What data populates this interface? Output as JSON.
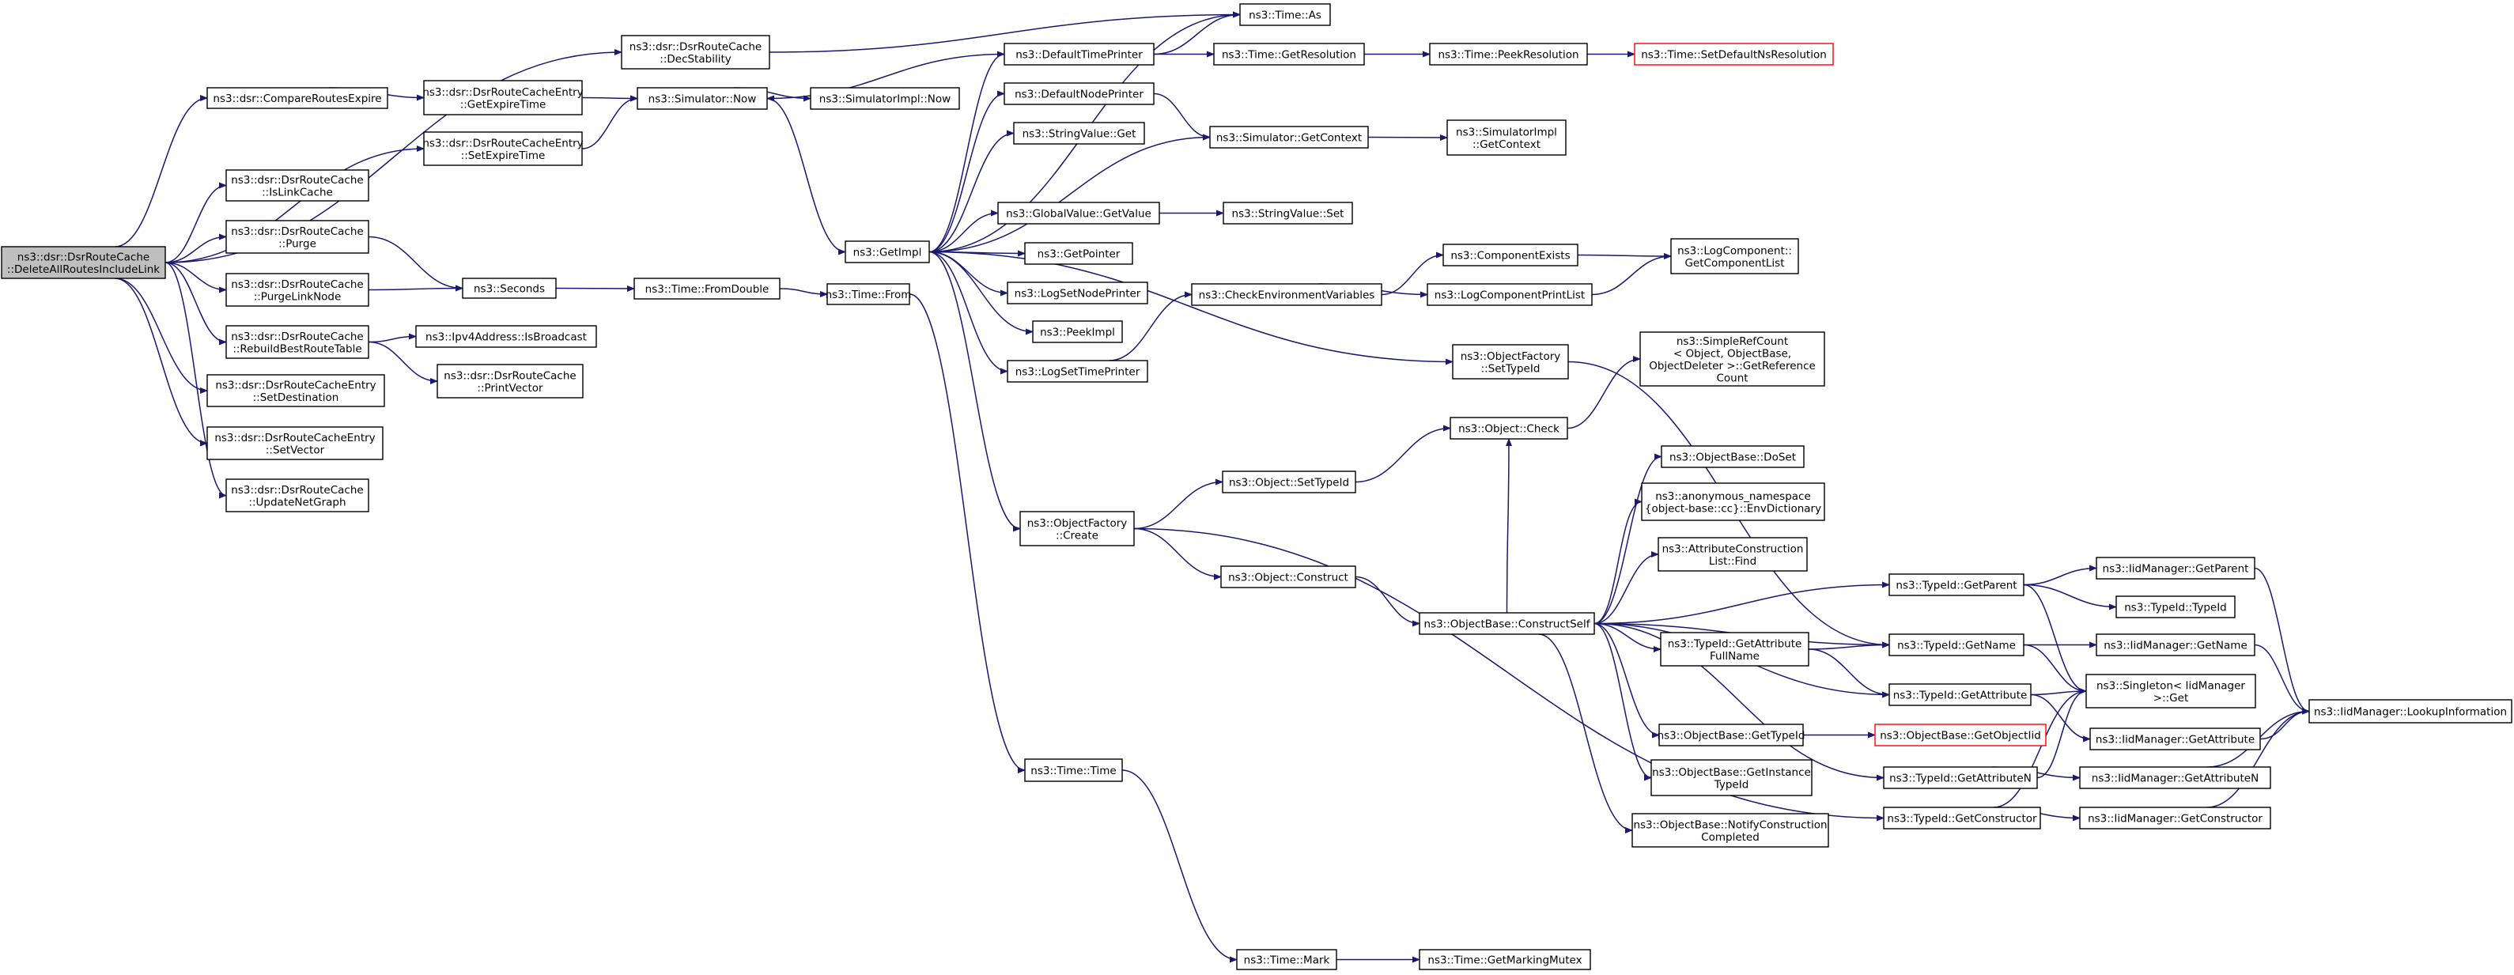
{
  "colors": {
    "edge": "#191970",
    "root_fill": "#bfbfbf",
    "missing_doc_border": "#ff0000",
    "node_border": "#000000"
  },
  "nodes": [
    {
      "id": "root",
      "lines": [
        "ns3::dsr::DsrRouteCache",
        "::DeleteAllRoutesIncludeLink"
      ],
      "root": true
    },
    {
      "id": "decStability",
      "lines": [
        "ns3::dsr::DsrRouteCache",
        "::DecStability"
      ]
    },
    {
      "id": "compareRoutesExpire",
      "lines": [
        "ns3::dsr::CompareRoutesExpire"
      ]
    },
    {
      "id": "getExpireTime",
      "lines": [
        "ns3::dsr::DsrRouteCacheEntry",
        "::GetExpireTime"
      ]
    },
    {
      "id": "setExpireTime",
      "lines": [
        "ns3::dsr::DsrRouteCacheEntry",
        "::SetExpireTime"
      ]
    },
    {
      "id": "isLinkCache",
      "lines": [
        "ns3::dsr::DsrRouteCache",
        "::IsLinkCache"
      ]
    },
    {
      "id": "purge",
      "lines": [
        "ns3::dsr::DsrRouteCache",
        "::Purge"
      ]
    },
    {
      "id": "purgeLinkNode",
      "lines": [
        "ns3::dsr::DsrRouteCache",
        "::PurgeLinkNode"
      ]
    },
    {
      "id": "rebuildBestRouteTable",
      "lines": [
        "ns3::dsr::DsrRouteCache",
        "::RebuildBestRouteTable"
      ]
    },
    {
      "id": "setDestination",
      "lines": [
        "ns3::dsr::DsrRouteCacheEntry",
        "::SetDestination"
      ]
    },
    {
      "id": "setVector",
      "lines": [
        "ns3::dsr::DsrRouteCacheEntry",
        "::SetVector"
      ]
    },
    {
      "id": "updateNetGraph",
      "lines": [
        "ns3::dsr::DsrRouteCache",
        "::UpdateNetGraph"
      ]
    },
    {
      "id": "simulatorNow",
      "lines": [
        "ns3::Simulator::Now"
      ]
    },
    {
      "id": "simulatorImplNow",
      "lines": [
        "ns3::SimulatorImpl::Now"
      ]
    },
    {
      "id": "seconds",
      "lines": [
        "ns3::Seconds"
      ]
    },
    {
      "id": "isBroadcast",
      "lines": [
        "ns3::Ipv4Address::IsBroadcast"
      ]
    },
    {
      "id": "printVector",
      "lines": [
        "ns3::dsr::DsrRouteCache",
        "::PrintVector"
      ]
    },
    {
      "id": "fromDouble",
      "lines": [
        "ns3::Time::FromDouble"
      ]
    },
    {
      "id": "getImpl",
      "lines": [
        "ns3::GetImpl"
      ]
    },
    {
      "id": "timeFrom",
      "lines": [
        "ns3::Time::From"
      ]
    },
    {
      "id": "timeTime",
      "lines": [
        "ns3::Time::Time"
      ]
    },
    {
      "id": "timeMark",
      "lines": [
        "ns3::Time::Mark"
      ]
    },
    {
      "id": "getMarkingMutex",
      "lines": [
        "ns3::Time::GetMarkingMutex"
      ]
    },
    {
      "id": "timeAs",
      "lines": [
        "ns3::Time::As"
      ]
    },
    {
      "id": "defaultTimePrinter",
      "lines": [
        "ns3::DefaultTimePrinter"
      ]
    },
    {
      "id": "getResolution",
      "lines": [
        "ns3::Time::GetResolution"
      ]
    },
    {
      "id": "peekResolution",
      "lines": [
        "ns3::Time::PeekResolution"
      ]
    },
    {
      "id": "setDefaultNsResolution",
      "lines": [
        "ns3::Time::SetDefaultNsResolution"
      ],
      "red": true
    },
    {
      "id": "defaultNodePrinter",
      "lines": [
        "ns3::DefaultNodePrinter"
      ]
    },
    {
      "id": "stringValueGet",
      "lines": [
        "ns3::StringValue::Get"
      ]
    },
    {
      "id": "getContext",
      "lines": [
        "ns3::Simulator::GetContext"
      ]
    },
    {
      "id": "implGetContext",
      "lines": [
        "ns3::SimulatorImpl",
        "::GetContext"
      ]
    },
    {
      "id": "globalValueGetValue",
      "lines": [
        "ns3::GlobalValue::GetValue"
      ]
    },
    {
      "id": "stringValueSet",
      "lines": [
        "ns3::StringValue::Set"
      ]
    },
    {
      "id": "getPointer",
      "lines": [
        "ns3::GetPointer"
      ]
    },
    {
      "id": "logSetNodePrinter",
      "lines": [
        "ns3::LogSetNodePrinter"
      ]
    },
    {
      "id": "peekImpl",
      "lines": [
        "ns3::PeekImpl"
      ]
    },
    {
      "id": "logSetTimePrinter",
      "lines": [
        "ns3::LogSetTimePrinter"
      ]
    },
    {
      "id": "checkEnvVars",
      "lines": [
        "ns3::CheckEnvironmentVariables"
      ]
    },
    {
      "id": "componentExists",
      "lines": [
        "ns3::ComponentExists"
      ]
    },
    {
      "id": "logComponentPrintList",
      "lines": [
        "ns3::LogComponentPrintList"
      ]
    },
    {
      "id": "getComponentList",
      "lines": [
        "ns3::LogComponent::",
        "GetComponentList"
      ]
    },
    {
      "id": "objFactorySetTypeId",
      "lines": [
        "ns3::ObjectFactory",
        "::SetTypeId"
      ]
    },
    {
      "id": "simpleRefCount",
      "lines": [
        "ns3::SimpleRefCount",
        "< Object, ObjectBase,",
        "ObjectDeleter >::GetReference",
        "Count"
      ]
    },
    {
      "id": "objectCheck",
      "lines": [
        "ns3::Object::Check"
      ]
    },
    {
      "id": "objFactoryCreate",
      "lines": [
        "ns3::ObjectFactory",
        "::Create"
      ]
    },
    {
      "id": "objectSetTypeId",
      "lines": [
        "ns3::Object::SetTypeId"
      ]
    },
    {
      "id": "objectConstruct",
      "lines": [
        "ns3::Object::Construct"
      ]
    },
    {
      "id": "doSet",
      "lines": [
        "ns3::ObjectBase::DoSet"
      ]
    },
    {
      "id": "envDictionary",
      "lines": [
        "ns3::anonymous_namespace",
        "{object-base::cc}::EnvDictionary"
      ]
    },
    {
      "id": "acListFind",
      "lines": [
        "ns3::AttributeConstruction",
        "List::Find"
      ]
    },
    {
      "id": "constructSelf",
      "lines": [
        "ns3::ObjectBase::ConstructSelf"
      ]
    },
    {
      "id": "getAttributeFullName",
      "lines": [
        "ns3::TypeId::GetAttribute",
        "FullName"
      ]
    },
    {
      "id": "typeIdGetParent",
      "lines": [
        "ns3::TypeId::GetParent"
      ]
    },
    {
      "id": "typeIdGetName",
      "lines": [
        "ns3::TypeId::GetName"
      ]
    },
    {
      "id": "typeIdGetAttribute",
      "lines": [
        "ns3::TypeId::GetAttribute"
      ]
    },
    {
      "id": "objectBaseGetTypeId",
      "lines": [
        "ns3::ObjectBase::GetTypeId"
      ]
    },
    {
      "id": "getObjectIid",
      "lines": [
        "ns3::ObjectBase::GetObjectIid"
      ],
      "red": true
    },
    {
      "id": "getInstanceTypeId",
      "lines": [
        "ns3::ObjectBase::GetInstance",
        "TypeId"
      ]
    },
    {
      "id": "notifyConstructionCompleted",
      "lines": [
        "ns3::ObjectBase::NotifyConstruction",
        "Completed"
      ]
    },
    {
      "id": "typeIdGetAttributeN",
      "lines": [
        "ns3::TypeId::GetAttributeN"
      ]
    },
    {
      "id": "typeIdGetConstructor",
      "lines": [
        "ns3::TypeId::GetConstructor"
      ]
    },
    {
      "id": "iidGetParent",
      "lines": [
        "ns3::IidManager::GetParent"
      ]
    },
    {
      "id": "typeIdTypeId",
      "lines": [
        "ns3::TypeId::TypeId"
      ]
    },
    {
      "id": "iidGetName",
      "lines": [
        "ns3::IidManager::GetName"
      ]
    },
    {
      "id": "singletonGet",
      "lines": [
        "ns3::Singleton< IidManager",
        "  >::Get"
      ]
    },
    {
      "id": "iidGetAttribute",
      "lines": [
        "ns3::IidManager::GetAttribute"
      ]
    },
    {
      "id": "iidGetAttributeN",
      "lines": [
        "ns3::IidManager::GetAttributeN"
      ]
    },
    {
      "id": "iidGetConstructor",
      "lines": [
        "ns3::IidManager::GetConstructor"
      ]
    },
    {
      "id": "lookupInformation",
      "lines": [
        "ns3::IidManager::LookupInformation"
      ]
    }
  ],
  "edges": [
    [
      "root",
      "decStability"
    ],
    [
      "root",
      "compareRoutesExpire"
    ],
    [
      "root",
      "setExpireTime"
    ],
    [
      "root",
      "isLinkCache"
    ],
    [
      "root",
      "purge"
    ],
    [
      "root",
      "purgeLinkNode"
    ],
    [
      "root",
      "rebuildBestRouteTable"
    ],
    [
      "root",
      "setDestination"
    ],
    [
      "root",
      "setVector"
    ],
    [
      "root",
      "updateNetGraph"
    ],
    [
      "decStability",
      "timeAs"
    ],
    [
      "compareRoutesExpire",
      "getExpireTime"
    ],
    [
      "getExpireTime",
      "simulatorNow"
    ],
    [
      "setExpireTime",
      "simulatorNow"
    ],
    [
      "purge",
      "seconds"
    ],
    [
      "purgeLinkNode",
      "seconds"
    ],
    [
      "rebuildBestRouteTable",
      "isBroadcast"
    ],
    [
      "rebuildBestRouteTable",
      "printVector"
    ],
    [
      "simulatorNow",
      "simulatorImplNow"
    ],
    [
      "simulatorNow",
      "getImpl"
    ],
    [
      "seconds",
      "fromDouble"
    ],
    [
      "fromDouble",
      "timeFrom"
    ],
    [
      "timeFrom",
      "timeTime"
    ],
    [
      "timeTime",
      "timeMark"
    ],
    [
      "timeMark",
      "getMarkingMutex"
    ],
    [
      "getImpl",
      "defaultTimePrinter"
    ],
    [
      "getImpl",
      "defaultNodePrinter"
    ],
    [
      "getImpl",
      "stringValueGet"
    ],
    [
      "getImpl",
      "getContext"
    ],
    [
      "getImpl",
      "globalValueGetValue"
    ],
    [
      "getImpl",
      "getPointer"
    ],
    [
      "getImpl",
      "logSetNodePrinter"
    ],
    [
      "getImpl",
      "peekImpl"
    ],
    [
      "getImpl",
      "logSetTimePrinter"
    ],
    [
      "getImpl",
      "objFactorySetTypeId"
    ],
    [
      "getImpl",
      "objFactoryCreate"
    ],
    [
      "getImpl",
      "timeAs"
    ],
    [
      "defaultTimePrinter",
      "timeAs"
    ],
    [
      "defaultTimePrinter",
      "getResolution"
    ],
    [
      "defaultTimePrinter",
      "simulatorNow"
    ],
    [
      "getResolution",
      "peekResolution"
    ],
    [
      "peekResolution",
      "setDefaultNsResolution"
    ],
    [
      "defaultNodePrinter",
      "getContext"
    ],
    [
      "getContext",
      "implGetContext"
    ],
    [
      "globalValueGetValue",
      "stringValueSet"
    ],
    [
      "logSetTimePrinter",
      "checkEnvVars"
    ],
    [
      "checkEnvVars",
      "componentExists"
    ],
    [
      "checkEnvVars",
      "logComponentPrintList"
    ],
    [
      "componentExists",
      "getComponentList"
    ],
    [
      "logComponentPrintList",
      "getComponentList"
    ],
    [
      "objFactorySetTypeId",
      "typeIdGetName"
    ],
    [
      "objFactoryCreate",
      "objectSetTypeId"
    ],
    [
      "objFactoryCreate",
      "objectConstruct"
    ],
    [
      "objFactoryCreate",
      "typeIdGetConstructor"
    ],
    [
      "objectSetTypeId",
      "objectCheck"
    ],
    [
      "objectCheck",
      "simpleRefCount"
    ],
    [
      "objectConstruct",
      "constructSelf"
    ],
    [
      "constructSelf",
      "objectCheck"
    ],
    [
      "constructSelf",
      "doSet"
    ],
    [
      "constructSelf",
      "envDictionary"
    ],
    [
      "constructSelf",
      "acListFind"
    ],
    [
      "constructSelf",
      "getAttributeFullName"
    ],
    [
      "constructSelf",
      "typeIdGetParent"
    ],
    [
      "constructSelf",
      "typeIdGetName"
    ],
    [
      "constructSelf",
      "typeIdGetAttribute"
    ],
    [
      "constructSelf",
      "objectBaseGetTypeId"
    ],
    [
      "constructSelf",
      "getInstanceTypeId"
    ],
    [
      "constructSelf",
      "notifyConstructionCompleted"
    ],
    [
      "constructSelf",
      "typeIdGetAttributeN"
    ],
    [
      "getAttributeFullName",
      "typeIdGetName"
    ],
    [
      "getAttributeFullName",
      "typeIdGetAttribute"
    ],
    [
      "objectBaseGetTypeId",
      "getObjectIid"
    ],
    [
      "typeIdGetParent",
      "iidGetParent"
    ],
    [
      "typeIdGetParent",
      "typeIdTypeId"
    ],
    [
      "typeIdGetParent",
      "singletonGet"
    ],
    [
      "typeIdGetName",
      "iidGetName"
    ],
    [
      "typeIdGetName",
      "singletonGet"
    ],
    [
      "typeIdGetAttribute",
      "singletonGet"
    ],
    [
      "typeIdGetAttribute",
      "iidGetAttribute"
    ],
    [
      "typeIdGetAttributeN",
      "singletonGet"
    ],
    [
      "typeIdGetAttributeN",
      "iidGetAttributeN"
    ],
    [
      "typeIdGetConstructor",
      "singletonGet"
    ],
    [
      "typeIdGetConstructor",
      "iidGetConstructor"
    ],
    [
      "iidGetParent",
      "lookupInformation"
    ],
    [
      "iidGetName",
      "lookupInformation"
    ],
    [
      "iidGetAttribute",
      "lookupInformation"
    ],
    [
      "iidGetAttributeN",
      "lookupInformation"
    ],
    [
      "iidGetConstructor",
      "lookupInformation"
    ]
  ]
}
